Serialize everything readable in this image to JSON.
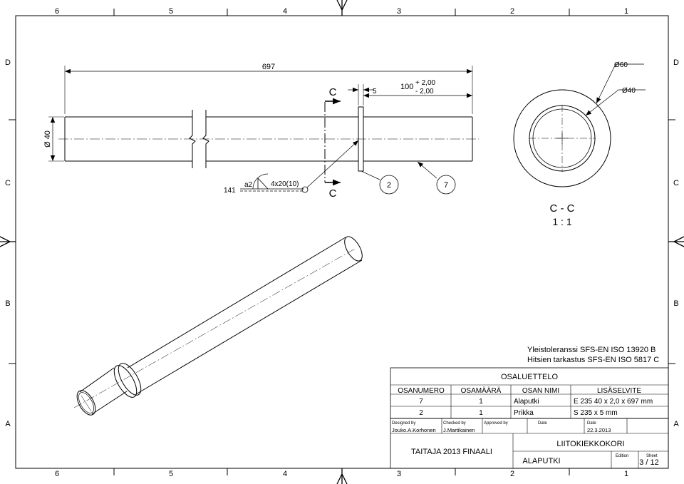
{
  "border": {
    "top_numbers": [
      "6",
      "5",
      "4",
      "3",
      "2",
      "1"
    ],
    "bottom_numbers": [
      "6",
      "5",
      "4",
      "3",
      "2",
      "1"
    ],
    "left_letters": [
      "D",
      "C",
      "B",
      "A"
    ],
    "right_letters": [
      "D",
      "C",
      "B",
      "A"
    ]
  },
  "dimensions": {
    "overall_length": "697",
    "diameter_tube": "Ø 40",
    "flange_thickness": "5",
    "flange_pos_base": "100",
    "tol_plus": "+ 2,00",
    "tol_minus": "- 2,00",
    "section_od": "Ø60",
    "section_id": "Ø40"
  },
  "weld": {
    "length": "141",
    "throat": "a2",
    "spec": "4x20(10)"
  },
  "section": {
    "letter_top": "C",
    "letter_bottom": "C",
    "title": "C - C",
    "scale": "1 : 1"
  },
  "balloons": [
    "2",
    "7"
  ],
  "notes": {
    "tolerance": "Yleistoleranssi SFS-EN ISO 13920 B",
    "weld_inspection": "Hitsien tarkastus SFS-EN ISO 5817 C"
  },
  "parts_list": {
    "title": "OSALUETTELO",
    "headers": [
      "OSANUMERO",
      "OSAMÄÄRÄ",
      "OSAN NIMI",
      "LISÄSELVITE"
    ],
    "rows": [
      [
        "7",
        "1",
        "Alaputki",
        "E 235 40 x 2,0 x 697 mm"
      ],
      [
        "2",
        "1",
        "Prikka",
        "S 235 x 5 mm"
      ]
    ]
  },
  "title_block": {
    "designed_label": "Designed by",
    "designed_value": "Jouko.A.Korhonen",
    "checked_label": "Checked by",
    "checked_value": "J.Martikainen",
    "approved_label": "Approved by",
    "date_label_1": "Date",
    "date_label_2": "Date",
    "date_value": "22.3.2013",
    "project": "TAITAJA 2013 FINAALI",
    "assembly": "LIITOKIEKKOKORI",
    "part": "ALAPUTKI",
    "edition_label": "Edition",
    "sheet_label": "Sheet",
    "sheet_value": "3 / 12"
  }
}
